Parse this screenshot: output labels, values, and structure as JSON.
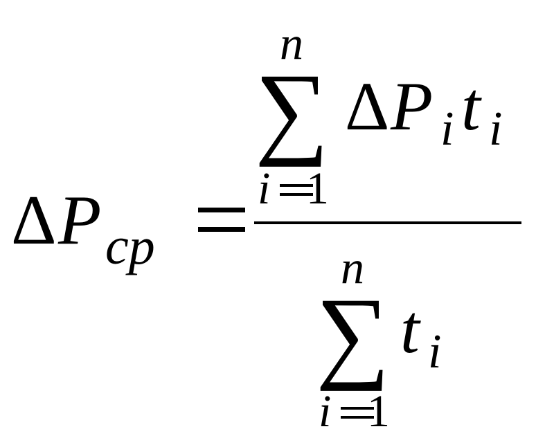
{
  "formula": {
    "lhs": {
      "delta": "Δ",
      "symbol": "P",
      "subscript": "cp"
    },
    "equals": "=",
    "numerator": {
      "sum_symbol": "∑",
      "upper_limit": "n",
      "lower_index": "i",
      "lower_value": "1",
      "term_delta": "Δ",
      "term_symbol": "P",
      "term_symbol_subscript": "i",
      "term_factor": "t",
      "term_factor_subscript": "i"
    },
    "denominator": {
      "sum_symbol": "∑",
      "upper_limit": "n",
      "lower_index": "i",
      "lower_value": "1",
      "term_factor": "t",
      "term_factor_subscript": "i"
    }
  },
  "colors": {
    "ink": "#000000",
    "background": "#ffffff"
  }
}
